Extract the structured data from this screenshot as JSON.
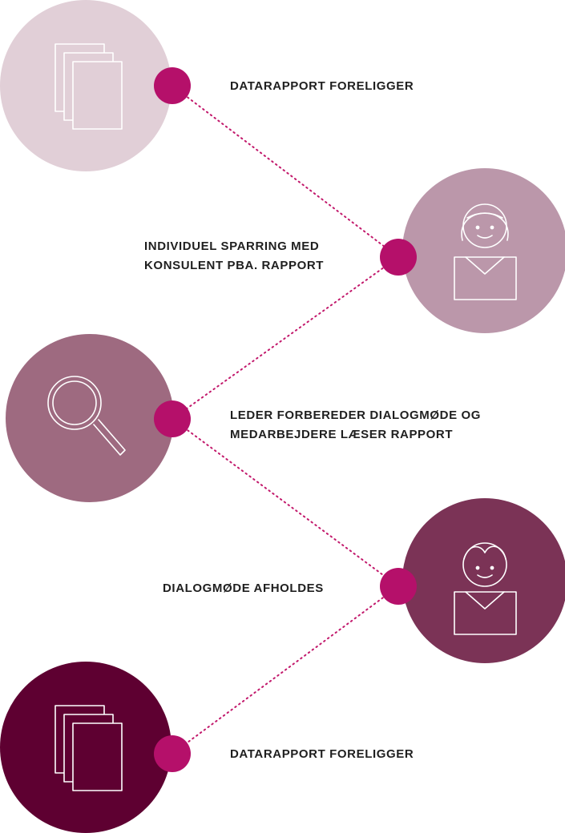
{
  "colors": {
    "connector": "#c2186b",
    "node": "#b5106a",
    "icon_stroke": "#ffffff",
    "circle_1": "#e1cfd7",
    "circle_2": "#bb97aa",
    "circle_3": "#9e6a80",
    "circle_4": "#7b3356",
    "circle_5": "#5e0031"
  },
  "steps": [
    {
      "icon": "document-stack-icon",
      "label_lines": [
        "DATARAPPORT FORELIGGER"
      ]
    },
    {
      "icon": "woman-person-icon",
      "label_lines": [
        "INDIVIDUEL SPARRING MED",
        "KONSULENT PBA. RAPPORT"
      ]
    },
    {
      "icon": "magnifying-glass-icon",
      "label_lines": [
        "LEDER FORBEREDER DIALOGMØDE OG",
        "MEDARBEJDERE LÆSER RAPPORT"
      ]
    },
    {
      "icon": "man-person-icon",
      "label_lines": [
        "DIALOGMØDE AFHOLDES"
      ]
    },
    {
      "icon": "document-stack-icon",
      "label_lines": [
        "DATARAPPORT FORELIGGER"
      ]
    }
  ]
}
